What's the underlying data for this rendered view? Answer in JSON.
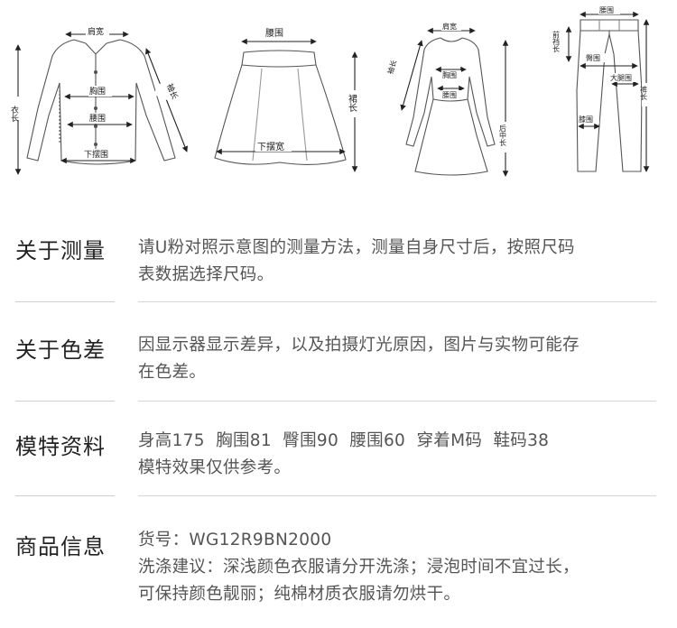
{
  "diagram_labels": {
    "shirt": {
      "shoulder": "肩宽",
      "bust": "胸围",
      "waist": "腰围",
      "hem": "下摆围",
      "length": "衣长",
      "sleeve": "袖长"
    },
    "skirt": {
      "waist": "腰围",
      "hem": "下摆宽",
      "length": "裙长"
    },
    "dress": {
      "shoulder": "肩宽",
      "sleeve": "袖长",
      "bust": "胸围",
      "waist": "腰围",
      "length": "后中长"
    },
    "pants": {
      "waist": "腰围",
      "front_rise": "前裆长",
      "hip": "臀围",
      "thigh": "大腿围",
      "knee": "膝围",
      "length": "裤长"
    }
  },
  "sections": [
    {
      "title": "关于测量",
      "lines": [
        "请U粉对照示意图的测量方法，测量自身尺寸后，按照尺码",
        "表数据选择尺码。"
      ]
    },
    {
      "title": "关于色差",
      "lines": [
        "因显示器显示差异，以及拍摄灯光原因，图片与实物可能存",
        "在色差。"
      ]
    },
    {
      "title": "模特资料",
      "lines": [
        "身高175  胸围81  臀围90  腰围60  穿着M码  鞋码38",
        "模特效果仅供参考。"
      ]
    },
    {
      "title": "商品信息",
      "lines": [
        "货号：WG12R9BN2000",
        "洗涤建议：深浅颜色衣服请分开洗涤；浸泡时间不宜过长，",
        "可保持颜色靓丽；纯棉材质衣服请勿烘干。"
      ]
    }
  ]
}
